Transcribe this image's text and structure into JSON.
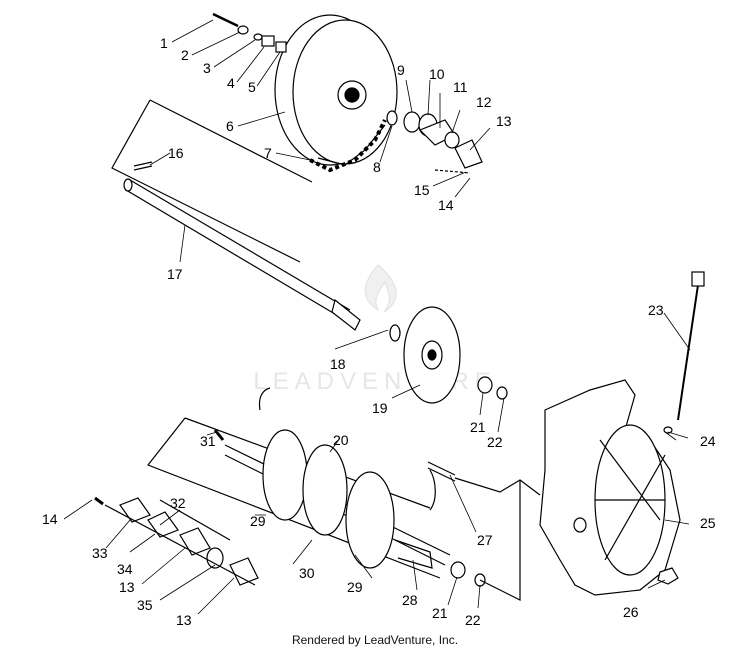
{
  "watermark": "LEADVENTURE",
  "footer": "Rendered by LeadVenture, Inc.",
  "callouts": [
    "1",
    "2",
    "3",
    "4",
    "5",
    "6",
    "7",
    "8",
    "9",
    "10",
    "11",
    "12",
    "13",
    "14",
    "15",
    "16",
    "17",
    "18",
    "19",
    "20",
    "21",
    "22",
    "23",
    "24",
    "25",
    "26",
    "27",
    "28",
    "29",
    "30",
    "31",
    "32",
    "33",
    "34",
    "35"
  ],
  "callouts_repeated": {
    "13b": "13",
    "13c": "13",
    "14b": "14",
    "21b": "21",
    "22b": "22",
    "29b": "29"
  }
}
